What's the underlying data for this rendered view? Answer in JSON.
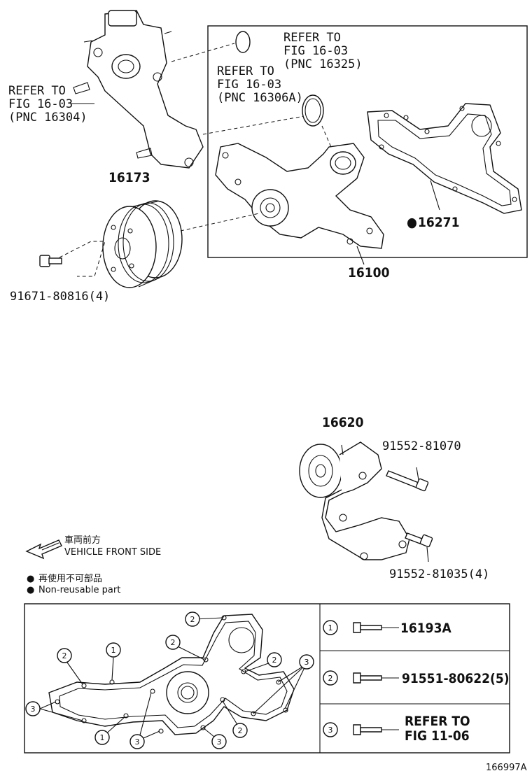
{
  "refs": {
    "ref1": [
      "REFER TO",
      "FIG 16-03",
      "(PNC 16304)"
    ],
    "ref2": [
      "REFER TO",
      "FIG 16-03",
      "(PNC 16306A)"
    ],
    "ref3": [
      "REFER TO",
      "FIG 16-03",
      "(PNC 16325)"
    ]
  },
  "parts": {
    "p16173": "16173",
    "p16100": "16100",
    "p16271": "16271",
    "p91671": "91671-80816(4)",
    "p16620": "16620",
    "p91552a": "91552-81070",
    "p91552b": "91552-81035(4)"
  },
  "legend": {
    "front_cn": "車両前方",
    "front_en": "VEHICLE FRONT SIDE",
    "nonreuse_cn": "再使用不可部品",
    "nonreuse_en": "Non-reusable part",
    "bullet": "●"
  },
  "table": {
    "rows": [
      {
        "num": "1",
        "text": [
          "16193A"
        ]
      },
      {
        "num": "2",
        "text": [
          "91551-80622(5)"
        ]
      },
      {
        "num": "3",
        "text": [
          "REFER TO",
          "FIG 11-06"
        ]
      }
    ]
  },
  "callouts": {
    "c1": "1",
    "c2": "2",
    "c3": "3"
  },
  "figure_id": "166997A"
}
